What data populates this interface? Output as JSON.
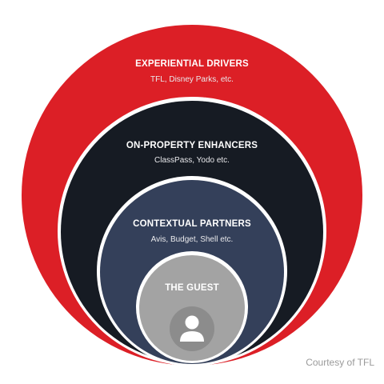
{
  "rings": [
    {
      "title": "EXPERIENTIAL DRIVERS",
      "subtitle": "TFL, Disney Parks, etc.",
      "fill": "#dc1f26"
    },
    {
      "title": "ON-PROPERTY ENHANCERS",
      "subtitle": "ClassPass, Yodo etc.",
      "fill": "#161b23"
    },
    {
      "title": "CONTEXTUAL PARTNERS",
      "subtitle": "Avis, Budget, Shell etc.",
      "fill": "#34405a"
    },
    {
      "title": "THE GUEST",
      "subtitle": "",
      "fill": "#a3a3a3"
    }
  ],
  "guest_icon": {
    "name": "person-icon",
    "fill": "#8c8c8c",
    "figure": "#ffffff"
  },
  "credit": "Courtesy of TFL"
}
